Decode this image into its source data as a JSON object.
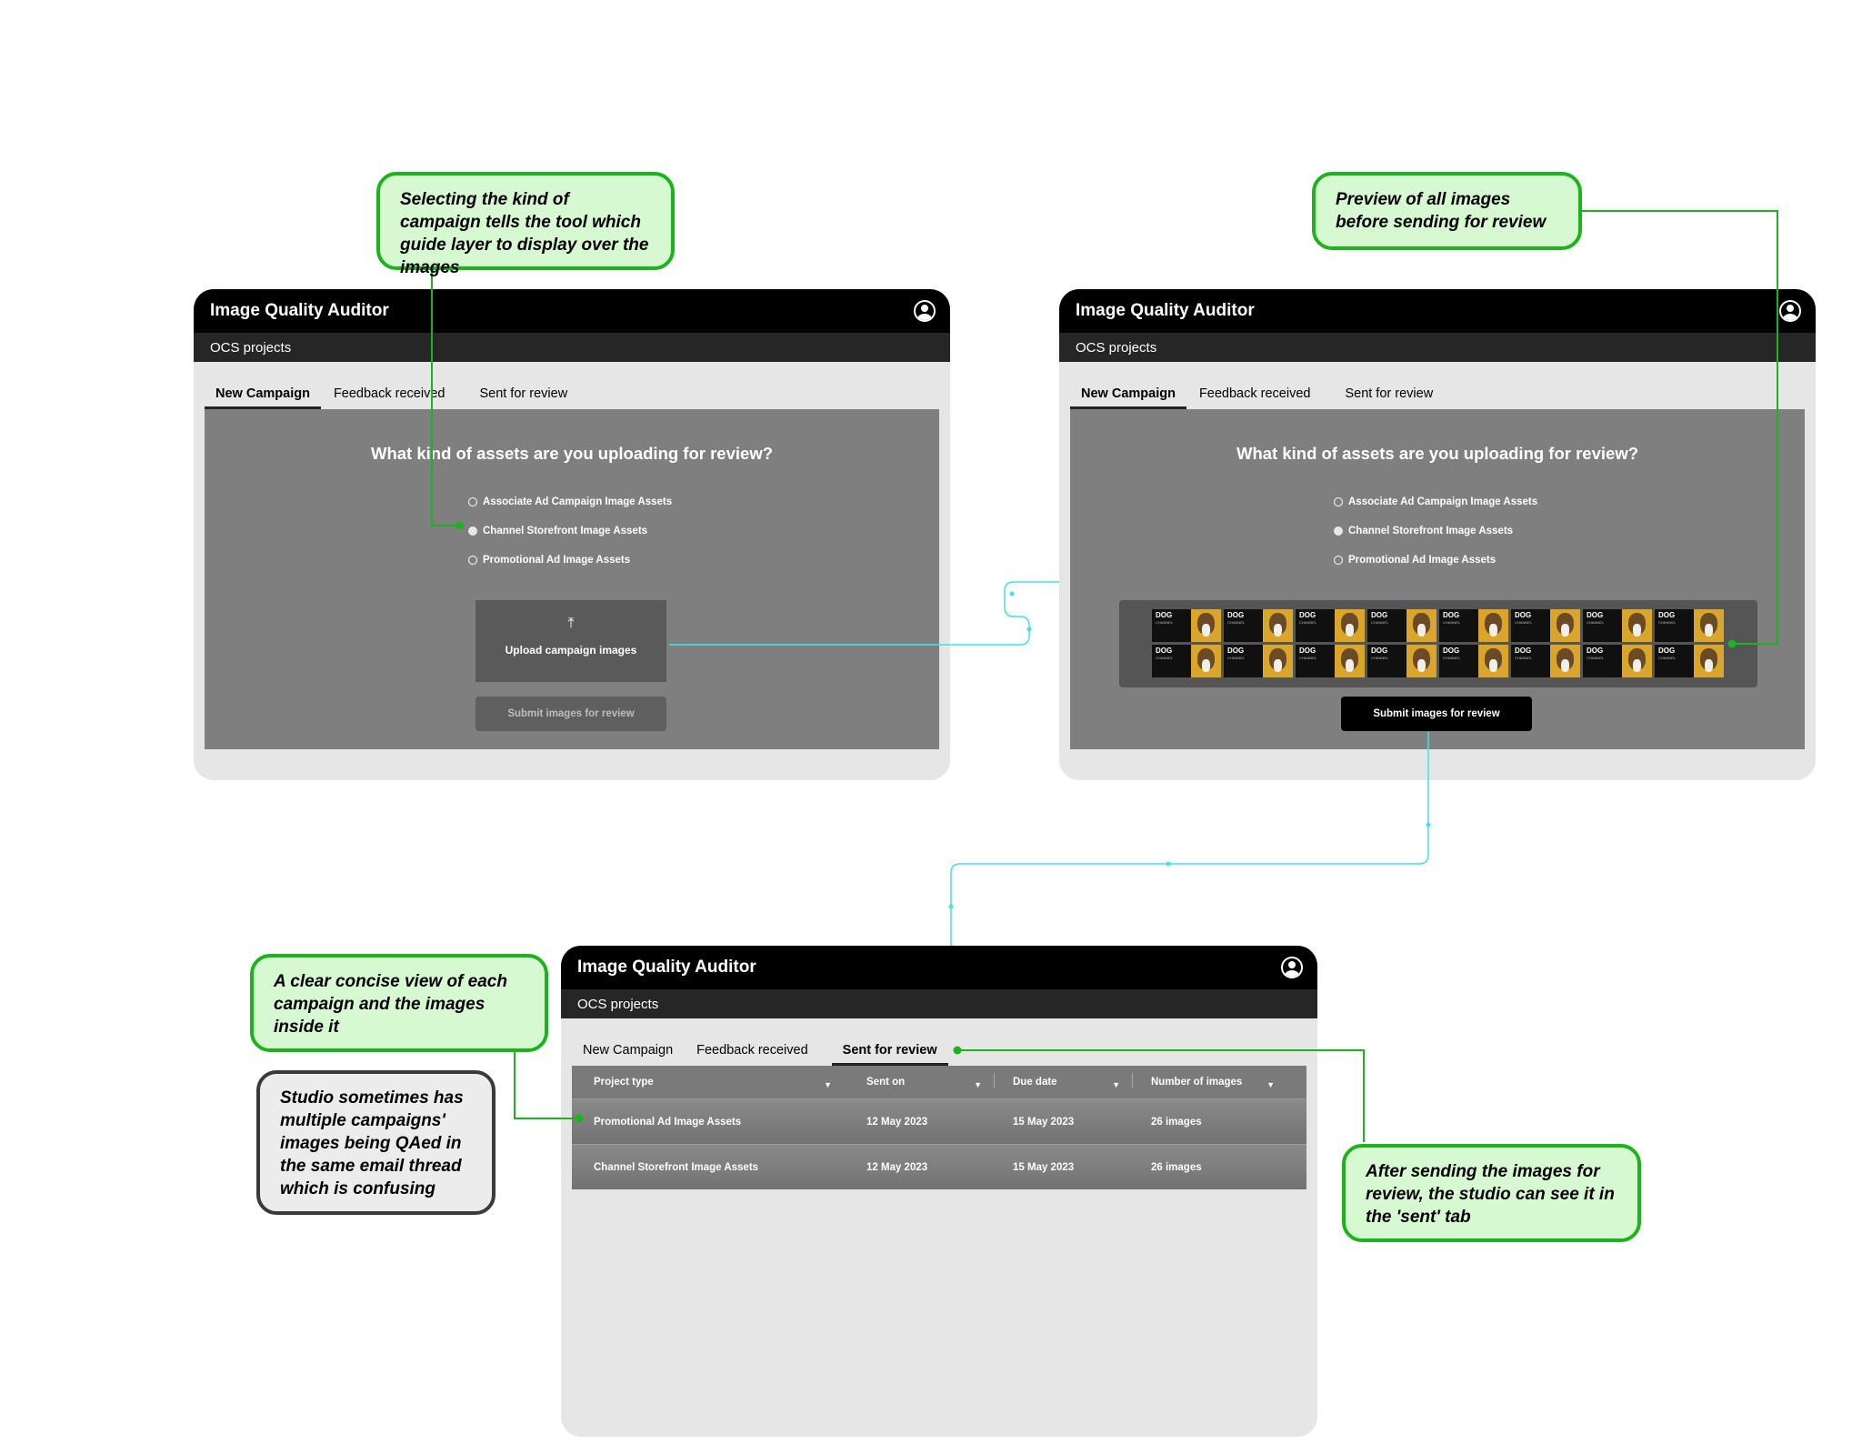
{
  "page_title": "Studio uploads images",
  "app": {
    "title": "Image Quality Auditor",
    "subtitle": "OCS projects",
    "tabs": [
      "New Campaign",
      "Feedback received",
      "Sent for review"
    ]
  },
  "upload_screen": {
    "question": "What kind of assets are you uploading for review?",
    "options": [
      "Associate Ad Campaign Image Assets",
      "Channel Storefront Image Assets",
      "Promotional Ad Image Assets"
    ],
    "selected_option": "Channel Storefront Image Assets",
    "upload_icon": "upload-arrow-icon",
    "upload_label": "Upload campaign images",
    "submit_label": "Submit images for review",
    "thumbnail_text": "DOG",
    "thumbnail_subtext": "CHANNEL"
  },
  "sent_screen": {
    "columns": [
      "Project type",
      "Sent on",
      "Due date",
      "Number of images"
    ],
    "rows": [
      [
        "Promotional Ad Image Assets",
        "12 May 2023",
        "15 May 2023",
        "26 images"
      ],
      [
        "Channel Storefront Image Assets",
        "12 May 2023",
        "15 May 2023",
        "26 images"
      ]
    ]
  },
  "callouts": {
    "campaign_kind": "Selecting the kind of campaign tells the tool which guide layer to display over the images",
    "preview": "Preview of all images before sending for review",
    "concise_view": "A clear concise view of each campaign and the images inside it",
    "studio_problem": "Studio sometimes has multiple campaigns' images being QAed in the same email thread which is confusing",
    "sent_tab": "After sending the images for review, the studio can see it in the 'sent' tab"
  },
  "colors": {
    "callout_border": "#1db31d",
    "callout_fill": "#d6f9d2",
    "flow_line": "#3fe3e8",
    "panel_grey": "#7f7f7f"
  }
}
